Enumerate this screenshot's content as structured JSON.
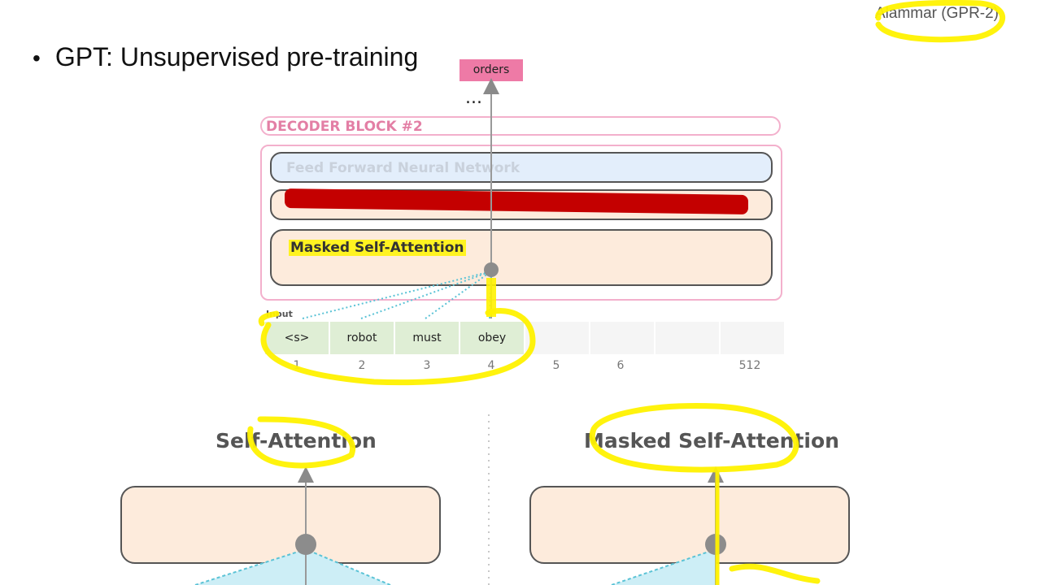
{
  "credit": "Alammar (GPR-2)",
  "bullet": "GPT: Unsupervised pre-training",
  "diagram": {
    "output_token": "orders",
    "ellipsis": "...",
    "decoder_block_label": "DECODER BLOCK #2",
    "ffnn_label": "Feed Forward Neural Network",
    "masked_self_attention_label": "Masked Self-Attention",
    "input_label": "Input",
    "tokens": [
      "<s>",
      "robot",
      "must",
      "obey",
      "",
      "",
      "",
      ""
    ],
    "positions": [
      "1",
      "2",
      "3",
      "4",
      "5",
      "6",
      "512"
    ]
  },
  "comparison": {
    "left_title": "Self-Attention",
    "right_title": "Masked Self-Attention"
  },
  "colors": {
    "highlight": "#fff200",
    "redaction": "#c40000",
    "output_token": "#ee7aa6",
    "block_border": "#f3b0cc",
    "attention_fill": "#fdebdc",
    "ffnn_fill": "#e3eefb",
    "token_fill": "#dfeed5",
    "attention_lines": "#5bc3d6"
  }
}
